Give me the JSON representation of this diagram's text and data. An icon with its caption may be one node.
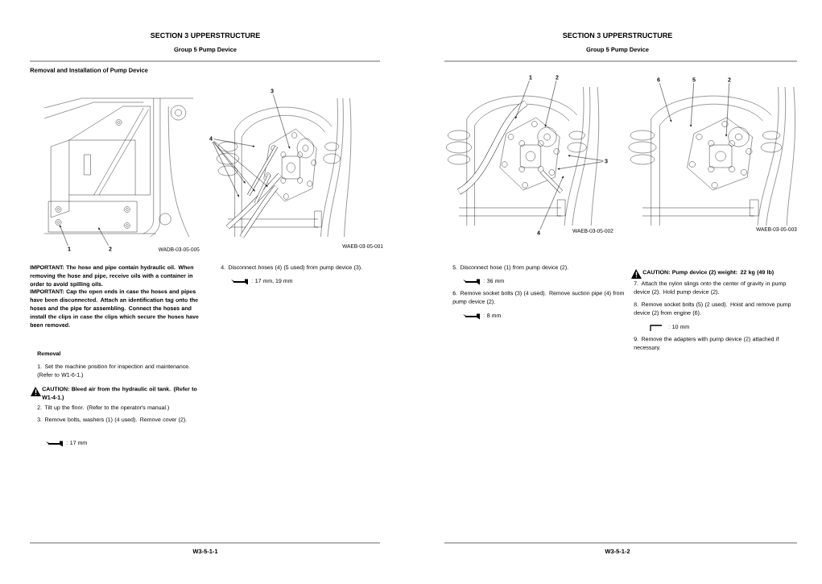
{
  "diagram": {
    "nodes": [
      {
        "text": [],
        "shape": "picture",
        "beside": [
          "WADB-03-05-005"
        ]
      },
      {
        "text": [],
        "shape": "picture",
        "beside": [
          "WAEB-03-05-001"
        ]
      },
      {
        "text": [],
        "shape": "picture",
        "beside": [
          "WAEB-03-05-002"
        ]
      },
      {
        "text": [],
        "shape": "picture",
        "beside": [
          "WAEB-03-05-003"
        ]
      },
      {
        "text": [
          "1"
        ]
      },
      {
        "text": [
          "2"
        ]
      },
      {
        "text": [
          "3"
        ]
      },
      {
        "text": [
          "4"
        ]
      },
      {
        "text": [
          "1"
        ]
      },
      {
        "text": [
          "2"
        ]
      },
      {
        "text": [
          "3"
        ]
      },
      {
        "text": [
          "4"
        ]
      },
      {
        "text": [
          "6"
        ]
      },
      {
        "text": [
          "5"
        ]
      },
      {
        "text": [
          "2"
        ]
      }
    ],
    "edges": [
      {
        "from": 4,
        "to": 0,
        "arrow": "to"
      },
      {
        "from": 5,
        "to": 0,
        "arrow": "to"
      },
      {
        "from": 6,
        "to": 1,
        "arrow": "to"
      },
      {
        "from": 7,
        "to": 1,
        "arrow": "to"
      },
      {
        "from": 7,
        "to": 1,
        "arrow": "to"
      },
      {
        "from": 7,
        "to": 1,
        "arrow": "to"
      },
      {
        "from": 7,
        "to": 1,
        "arrow": "to"
      },
      {
        "from": 7,
        "to": 1,
        "arrow": "to"
      },
      {
        "from": 8,
        "to": 2,
        "arrow": "to"
      },
      {
        "from": 9,
        "to": 2,
        "arrow": "to"
      },
      {
        "from": 10,
        "to": 2,
        "arrow": "to"
      },
      {
        "from": 10,
        "to": 2,
        "arrow": "to"
      },
      {
        "from": 11,
        "to": 2,
        "arrow": "to"
      },
      {
        "from": 12,
        "to": 3,
        "arrow": "to"
      },
      {
        "from": 13,
        "to": 3,
        "arrow": "to"
      },
      {
        "from": 14,
        "to": 3,
        "arrow": "to"
      }
    ],
    "labels": [
      "SECTION 3 UPPERSTRUCTURE",
      "Group 5 Pump Device",
      "Removal and Installation of Pump Device",
      "IMPORTANT: The hose and pipe contain hydraulic oil. When removing the hose and pipe, receive oils with a container in order to avoid spilling oils.",
      "IMPORTANT: Cap the open ends in case the hoses and pipes have been disconnected. Attach an identification tag onto the hoses and the pipe for assembling. Connect the hoses and install the clips in case the clips which secure the hoses have been removed.",
      "Removal",
      "1. Set the machine position for inspection and maintenance. (Refer to W1-6-1.)",
      "CAUTION: Bleed air from the hydraulic oil tank. (Refer to W1-4-1.)",
      "2. Tilt up the floor. (Refer to the operator's manual.)",
      "3. Remove bolts, washers (1) (4 used). Remove cover (2).",
      ": 17 mm",
      "4. Disconnect hoses (4) (5 used) from pump device (3).",
      ": 17 mm, 19 mm",
      "W3-5-1-1",
      "SECTION 3 UPPERSTRUCTURE",
      "Group 5 Pump Device",
      "5. Disconnect hose (1) from pump device (2).",
      ": 36 mm",
      "6. Remove socket bolts (3) (4 used). Remove suction pipe (4) from pump device (2).",
      ": 8 mm",
      "CAUTION: Pump device (2) weight: 22 kg (49 lb)",
      "7. Attach the nylon slings onto the center of gravity in pump device (2). Hold pump device (2).",
      "8. Remove socket bolts (5) (2 used). Hoist and remove pump device (2) from engine (6).",
      ": 10 mm",
      "9. Remove the adapters with pump device (2) attached if necessary.",
      "W3-5-1-2"
    ]
  }
}
